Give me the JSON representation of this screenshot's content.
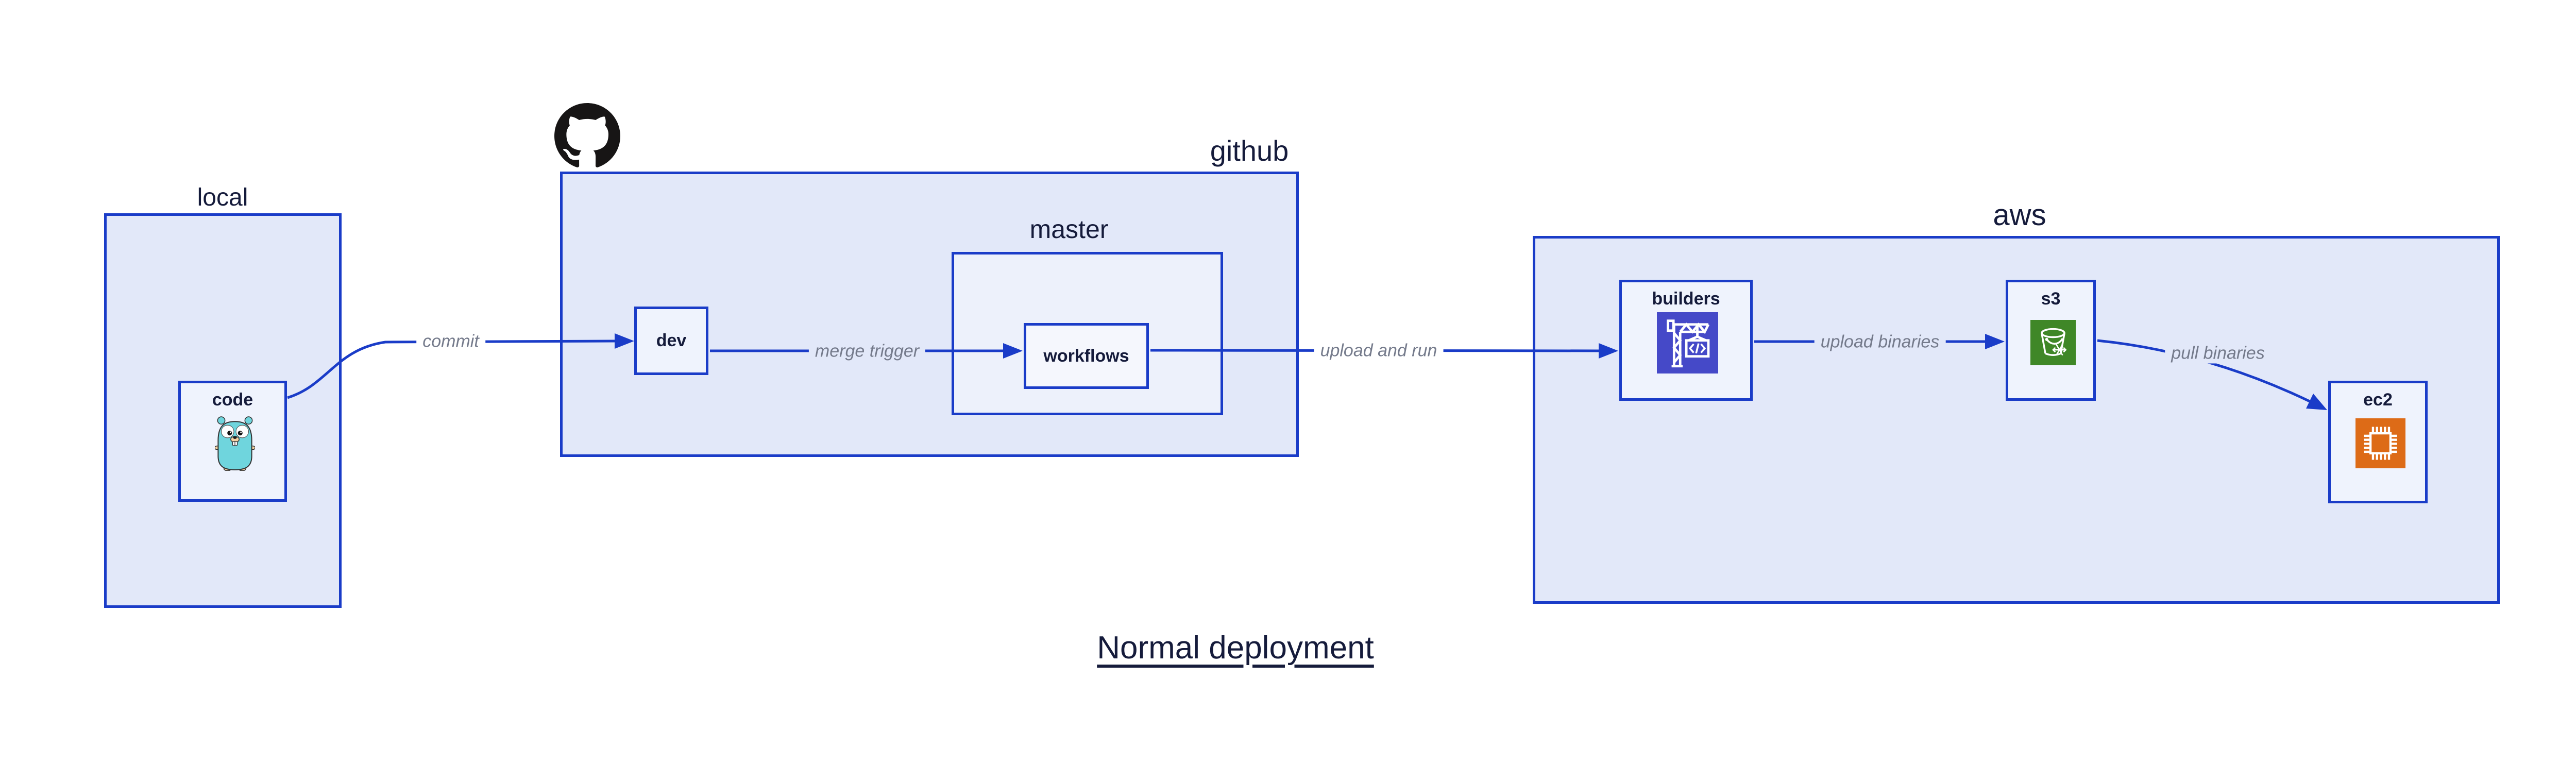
{
  "title": "Normal deployment",
  "containers": {
    "local": {
      "label": "local"
    },
    "github": {
      "label": "github"
    },
    "master": {
      "label": "master"
    },
    "aws": {
      "label": "aws"
    }
  },
  "nodes": {
    "code": {
      "label": "code"
    },
    "dev": {
      "label": "dev"
    },
    "workflows": {
      "label": "workflows"
    },
    "builders": {
      "label": "builders"
    },
    "s3": {
      "label": "s3"
    },
    "ec2": {
      "label": "ec2"
    }
  },
  "edges": {
    "commit": {
      "label": "commit"
    },
    "merge_trigger": {
      "label": "merge trigger"
    },
    "upload_and_run": {
      "label": "upload and run"
    },
    "upload_binaries": {
      "label": "upload binaries"
    },
    "pull_binaries": {
      "label": "pull binaries"
    }
  },
  "icons": {
    "github": "github-octocat-logo",
    "code": "go-gopher",
    "builders": "aws-codebuild-crane",
    "s3": "aws-s3-bucket-snowflake",
    "ec2": "aws-ec2-chip"
  },
  "colors": {
    "edge": "#1a3cc8",
    "container_fill": "#e2e8f9",
    "master_fill": "#edf1fb",
    "node_fill": "#eff3fd",
    "workflows_fill": "#f5f7fd",
    "ink": "#151b3b",
    "muted": "#747a8b",
    "github_black": "#171515",
    "gopher_teal": "#6fd5dd",
    "codebuild_purple": "#4549c8",
    "s3_green": "#3f8727",
    "ec2_orange": "#dd6b17",
    "gopher_beige": "#f6d2a2"
  }
}
